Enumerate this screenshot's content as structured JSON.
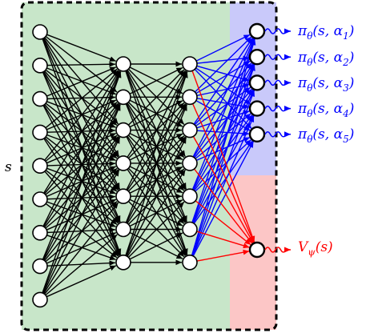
{
  "input_label": "s",
  "policy_outputs": [
    {
      "name": "π",
      "sub": "θ",
      "args": "(s, α",
      "idx": "1",
      "close": ")"
    },
    {
      "name": "π",
      "sub": "θ",
      "args": "(s, α",
      "idx": "2",
      "close": ")"
    },
    {
      "name": "π",
      "sub": "θ",
      "args": "(s, α",
      "idx": "3",
      "close": ")"
    },
    {
      "name": "π",
      "sub": "θ",
      "args": "(s, α",
      "idx": "4",
      "close": ")"
    },
    {
      "name": "π",
      "sub": "θ",
      "args": "(s, α",
      "idx": "5",
      "close": ")"
    }
  ],
  "value_output": {
    "name": "V",
    "sub": "ψ",
    "args": "(s)"
  },
  "colors": {
    "shared_region": "#c8e6c9",
    "policy_region": "#c9c9fa",
    "value_region": "#fcc6c6",
    "policy_edge": "#0000ff",
    "value_edge": "#ff0000",
    "hidden_edge": "#000000"
  },
  "network": {
    "input_nodes": 9,
    "hidden1_nodes": 7,
    "hidden2_nodes": 7,
    "policy_nodes": 5,
    "value_nodes": 1
  }
}
